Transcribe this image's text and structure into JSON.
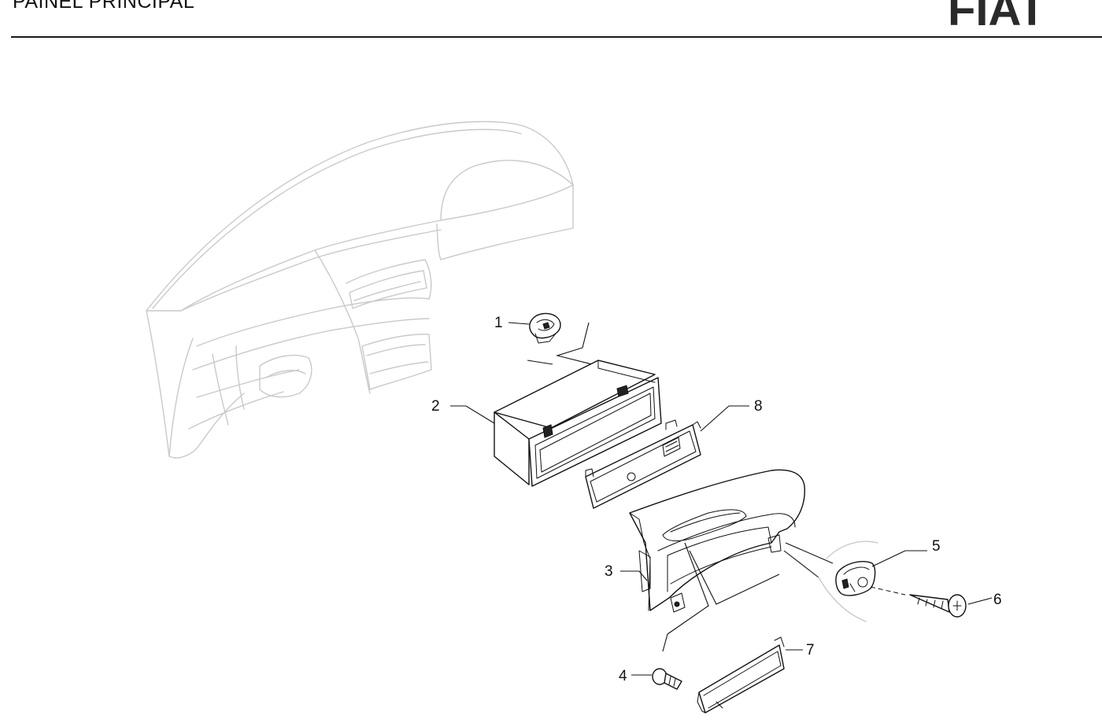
{
  "header": {
    "title": "PAINEL PRINCIPAL"
  },
  "brand": {
    "logo_text": "FIAT",
    "logo_color": "#2a2a2a"
  },
  "callouts": [
    {
      "id": "1",
      "label": "1"
    },
    {
      "id": "2",
      "label": "2"
    },
    {
      "id": "3",
      "label": "3"
    },
    {
      "id": "4",
      "label": "4"
    },
    {
      "id": "5",
      "label": "5"
    },
    {
      "id": "6",
      "label": "6"
    },
    {
      "id": "7",
      "label": "7"
    },
    {
      "id": "8",
      "label": "8"
    }
  ]
}
